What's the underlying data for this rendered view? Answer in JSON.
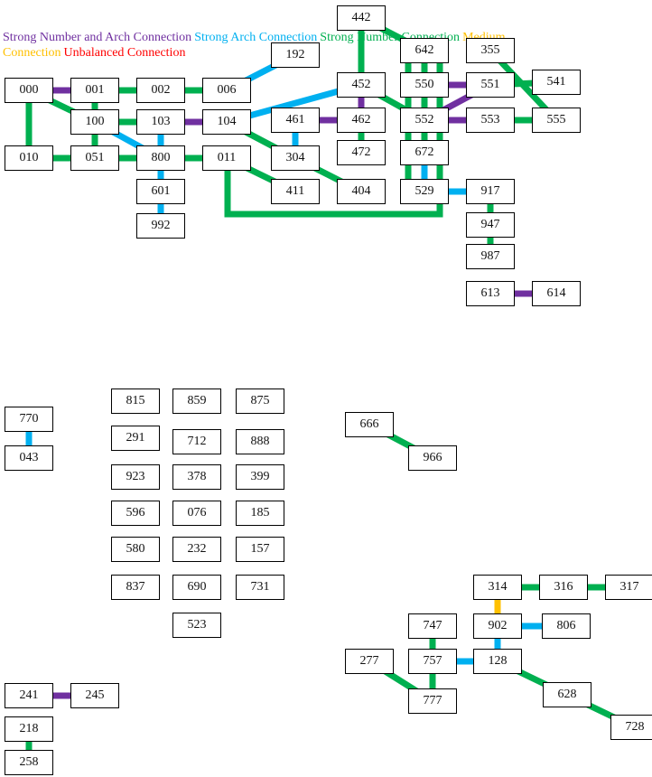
{
  "legend": [
    {
      "label": "Strong Number and Arch Connection",
      "color": "#7030A0"
    },
    {
      "label": "Strong Arch Connection",
      "color": "#00B0F0"
    },
    {
      "label": "Strong Number Connection",
      "color": "#00B050"
    },
    {
      "label": "Medium Connection",
      "color": "#FFC000"
    },
    {
      "label": "Unbalanced Connection",
      "color": "#FF0000"
    }
  ],
  "nodes": [
    "442",
    "642",
    "355",
    "192",
    "541",
    "000",
    "001",
    "002",
    "006",
    "452",
    "550",
    "551",
    "100",
    "103",
    "104",
    "461",
    "462",
    "552",
    "553",
    "555",
    "010",
    "051",
    "800",
    "011",
    "304",
    "472",
    "672",
    "529",
    "917",
    "601",
    "411",
    "404",
    "947",
    "992",
    "987",
    "613",
    "614",
    "815",
    "859",
    "875",
    "770",
    "666",
    "291",
    "712",
    "888",
    "043",
    "966",
    "923",
    "378",
    "399",
    "596",
    "076",
    "185",
    "580",
    "232",
    "157",
    "837",
    "690",
    "731",
    "314",
    "316",
    "317",
    "523",
    "747",
    "902",
    "806",
    "277",
    "757",
    "128",
    "241",
    "245",
    "628",
    "777",
    "218",
    "728",
    "258"
  ],
  "edges": [
    {
      "from": "000",
      "to": "001",
      "type": "Strong Number and Arch Connection"
    },
    {
      "from": "001",
      "to": "002",
      "type": "Strong Number Connection"
    },
    {
      "from": "002",
      "to": "006",
      "type": "Strong Number Connection"
    },
    {
      "from": "006",
      "to": "192",
      "type": "Strong Arch Connection"
    },
    {
      "from": "000",
      "to": "010",
      "type": "Strong Number Connection"
    },
    {
      "from": "000",
      "to": "100",
      "type": "Strong Number Connection"
    },
    {
      "from": "001",
      "to": "051",
      "type": "Strong Number Connection"
    },
    {
      "from": "100",
      "to": "103",
      "type": "Strong Number Connection"
    },
    {
      "from": "100",
      "to": "800",
      "type": "Strong Arch Connection"
    },
    {
      "from": "103",
      "to": "104",
      "type": "Strong Number and Arch Connection"
    },
    {
      "from": "103",
      "to": "601",
      "type": "Strong Arch Connection"
    },
    {
      "from": "601",
      "to": "992",
      "type": "Strong Arch Connection"
    },
    {
      "from": "010",
      "to": "011",
      "type": "Strong Number Connection"
    },
    {
      "from": "104",
      "to": "452",
      "type": "Strong Arch Connection"
    },
    {
      "from": "104",
      "to": "304",
      "type": "Strong Number Connection"
    },
    {
      "from": "011",
      "to": "411",
      "type": "Strong Number Connection"
    },
    {
      "from": "011",
      "to": "529",
      "type": "Strong Number Connection"
    },
    {
      "from": "461",
      "to": "462",
      "type": "Strong Number and Arch Connection"
    },
    {
      "from": "461",
      "to": "304",
      "type": "Strong Arch Connection"
    },
    {
      "from": "304",
      "to": "404",
      "type": "Strong Number Connection"
    },
    {
      "from": "442",
      "to": "452",
      "type": "Strong Number Connection"
    },
    {
      "from": "442",
      "to": "642",
      "type": "Strong Number Connection"
    },
    {
      "from": "452",
      "to": "462",
      "type": "Strong Number and Arch Connection"
    },
    {
      "from": "462",
      "to": "472",
      "type": "Strong Number Connection"
    },
    {
      "from": "452",
      "to": "552",
      "type": "Strong Number Connection"
    },
    {
      "from": "550",
      "to": "551",
      "type": "Strong Number and Arch Connection"
    },
    {
      "from": "552",
      "to": "551",
      "type": "Strong Number and Arch Connection"
    },
    {
      "from": "552",
      "to": "553",
      "type": "Strong Number and Arch Connection"
    },
    {
      "from": "553",
      "to": "555",
      "type": "Strong Number Connection"
    },
    {
      "from": "355",
      "to": "555",
      "type": "Strong Number Connection"
    },
    {
      "from": "551",
      "to": "541",
      "type": "Strong Number Connection"
    },
    {
      "from": "642",
      "to": "672",
      "type": "Strong Number Connection"
    },
    {
      "from": "642",
      "to": "529",
      "type": "Strong Number Connection"
    },
    {
      "from": "672",
      "to": "529",
      "type": "Strong Arch Connection"
    },
    {
      "from": "529",
      "to": "917",
      "type": "Strong Arch Connection"
    },
    {
      "from": "917",
      "to": "947",
      "type": "Strong Number Connection"
    },
    {
      "from": "947",
      "to": "987",
      "type": "Strong Number Connection"
    },
    {
      "from": "613",
      "to": "614",
      "type": "Strong Number and Arch Connection"
    },
    {
      "from": "770",
      "to": "043",
      "type": "Strong Arch Connection"
    },
    {
      "from": "666",
      "to": "966",
      "type": "Strong Number Connection"
    },
    {
      "from": "314",
      "to": "316",
      "type": "Strong Number Connection"
    },
    {
      "from": "316",
      "to": "317",
      "type": "Strong Number Connection"
    },
    {
      "from": "314",
      "to": "902",
      "type": "Medium Connection"
    },
    {
      "from": "902",
      "to": "806",
      "type": "Strong Arch Connection"
    },
    {
      "from": "902",
      "to": "128",
      "type": "Strong Arch Connection"
    },
    {
      "from": "747",
      "to": "757",
      "type": "Strong Number Connection"
    },
    {
      "from": "757",
      "to": "128",
      "type": "Strong Arch Connection"
    },
    {
      "from": "277",
      "to": "777",
      "type": "Strong Number Connection"
    },
    {
      "from": "757",
      "to": "777",
      "type": "Strong Number Connection"
    },
    {
      "from": "128",
      "to": "628",
      "type": "Strong Number Connection"
    },
    {
      "from": "628",
      "to": "728",
      "type": "Strong Number Connection"
    },
    {
      "from": "241",
      "to": "245",
      "type": "Strong Number and Arch Connection"
    },
    {
      "from": "218",
      "to": "258",
      "type": "Strong Number Connection"
    }
  ]
}
